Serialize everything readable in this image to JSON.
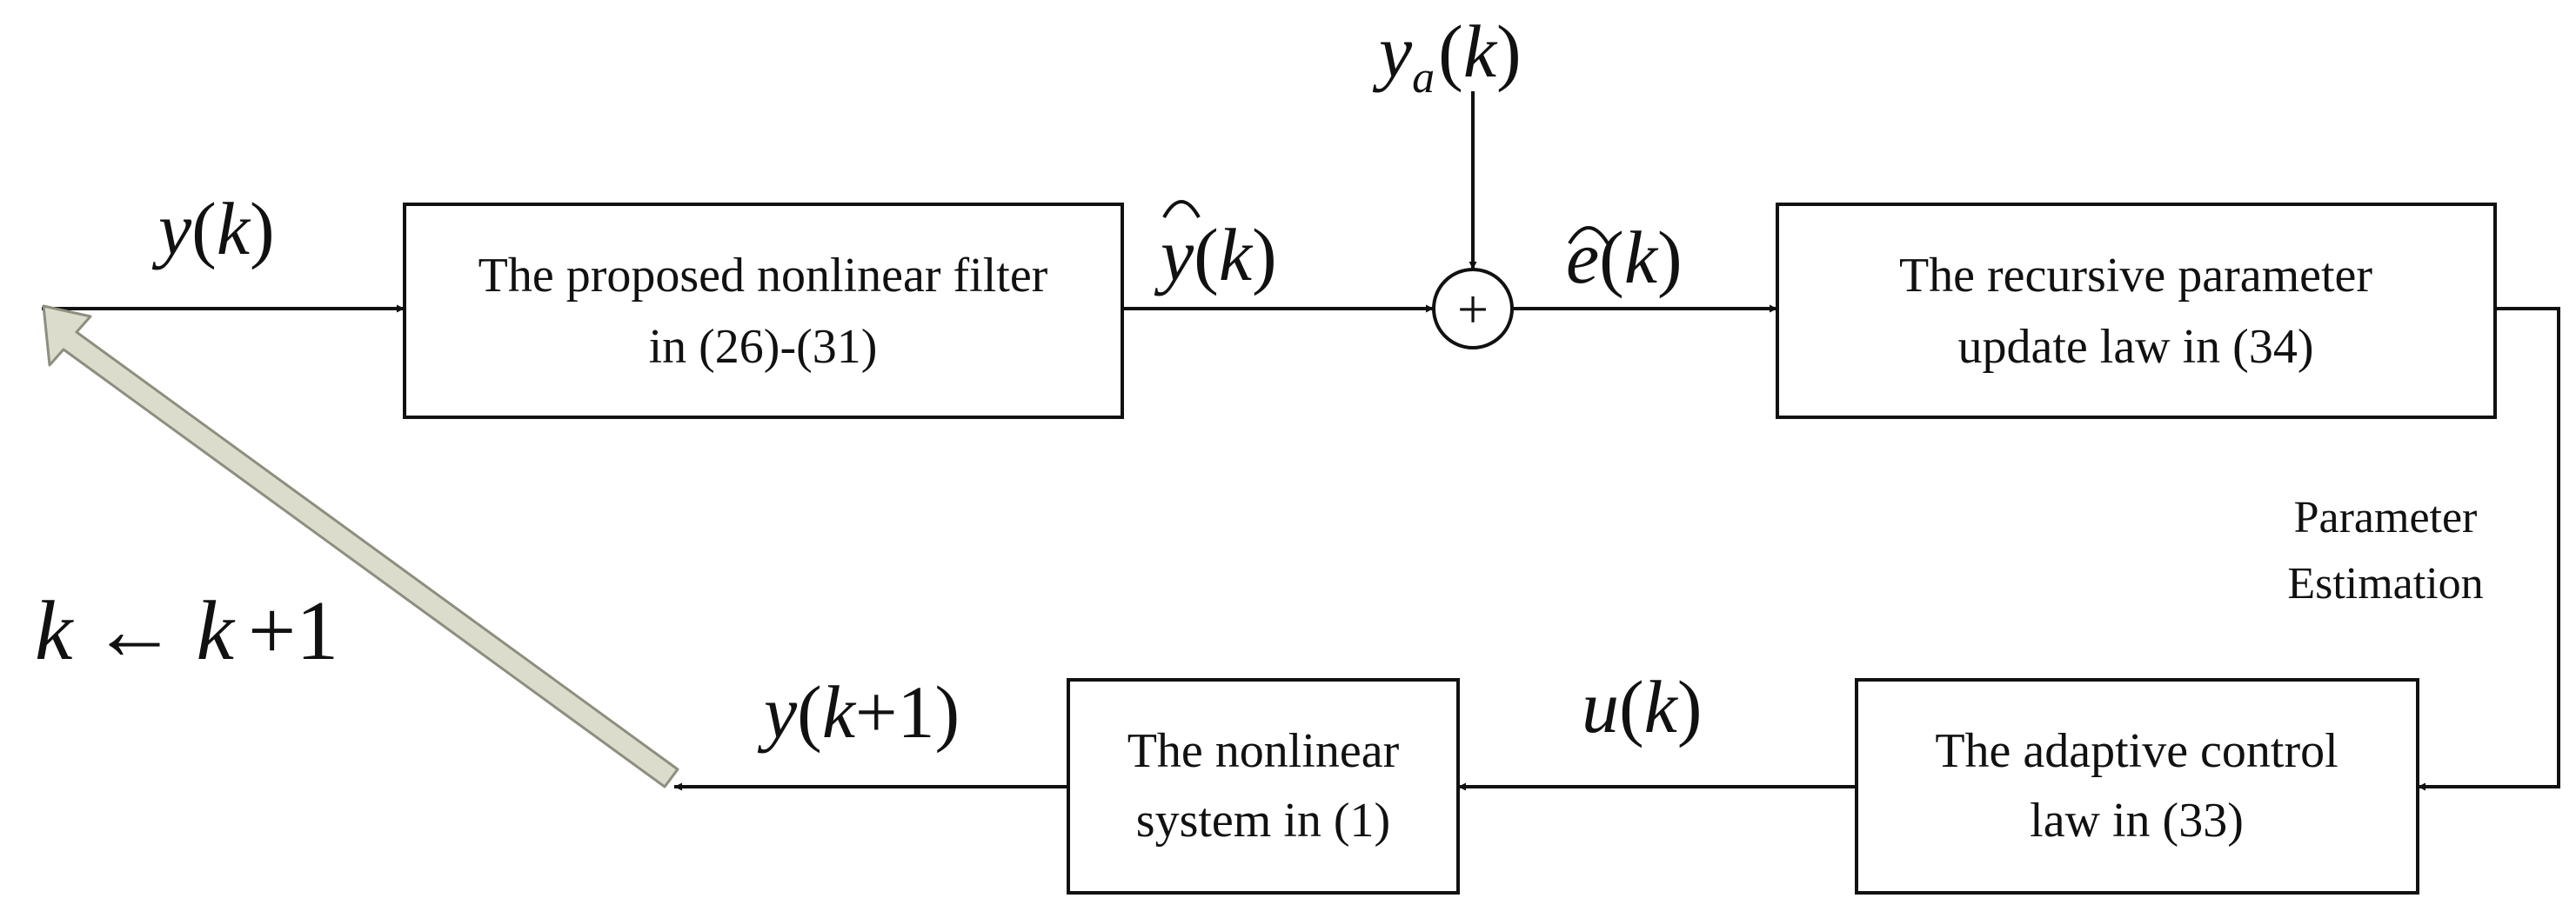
{
  "blocks": {
    "filter": {
      "line1": "The proposed nonlinear filter",
      "line2": "in (26)-(31)"
    },
    "update_law": {
      "line1": "The recursive parameter",
      "line2": "update law in (34)"
    },
    "control_law": {
      "line1": "The adaptive control",
      "line2": "law in (33)"
    },
    "system": {
      "line1": "The nonlinear",
      "line2": "system in (1)"
    }
  },
  "signals": {
    "y_k": {
      "var": "y",
      "open": "(",
      "arg": "k",
      "close": ")"
    },
    "y_hat_k": {
      "var": "y",
      "open": "(",
      "arg": "k",
      "close": ")"
    },
    "y_a_k": {
      "var": "y",
      "sub": "a",
      "open": "(",
      "arg": "k",
      "close": ")"
    },
    "e_hat_k": {
      "var": "e",
      "open": "(",
      "arg": "k",
      "close": ")"
    },
    "u_k": {
      "var": "u",
      "open": "(",
      "arg": "k",
      "close": ")"
    },
    "y_k1": {
      "var": "y",
      "open": "(",
      "arg": "k",
      "plus": "+1",
      "close": ")"
    }
  },
  "summing_junction": {
    "symbol": "+"
  },
  "side_label": {
    "line1": "Parameter",
    "line2": "Estimation"
  },
  "iteration": {
    "lhs": "k",
    "arrow": "←",
    "rhs": "k",
    "plus": "+1"
  },
  "colors": {
    "line": "#111111",
    "feedback_arrow_fill": "#dcdccc",
    "feedback_arrow_stroke": "#8e8e7e"
  }
}
